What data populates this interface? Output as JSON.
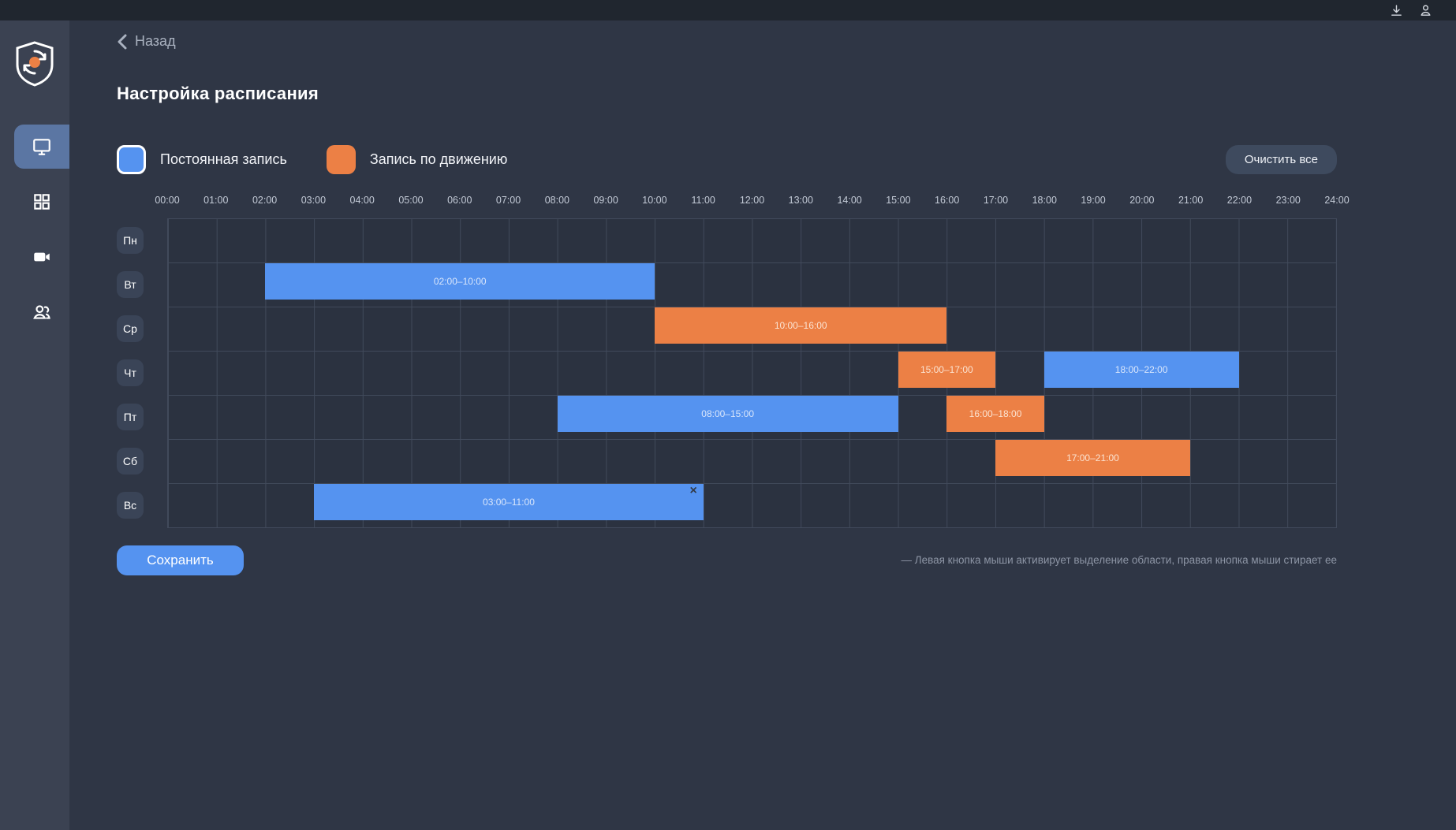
{
  "topbar": {
    "icons": [
      {
        "name": "download-icon"
      },
      {
        "name": "user-icon"
      }
    ]
  },
  "sidebar": {
    "logo": "shield-logo",
    "items": [
      {
        "key": "monitors",
        "icon": "monitor-icon",
        "active": true
      },
      {
        "key": "dashboard",
        "icon": "dashboard-grid-icon",
        "active": false
      },
      {
        "key": "cameras",
        "icon": "video-camera-icon",
        "active": false
      },
      {
        "key": "users",
        "icon": "users-icon",
        "active": false
      }
    ]
  },
  "header": {
    "back_label": "Назад",
    "title": "Настройка расписания"
  },
  "legend": {
    "items": [
      {
        "label": "Постоянная запись",
        "type": "constant",
        "color": "#5593f0",
        "selected": true
      },
      {
        "label": "Запись по движению",
        "type": "motion",
        "color": "#ec8045",
        "selected": false
      }
    ]
  },
  "toolbar": {
    "clear_all_label": "Очистить все",
    "save_label": "Сохранить"
  },
  "schedule": {
    "hours": [
      "00:00",
      "01:00",
      "02:00",
      "03:00",
      "04:00",
      "05:00",
      "06:00",
      "07:00",
      "08:00",
      "09:00",
      "10:00",
      "11:00",
      "12:00",
      "13:00",
      "14:00",
      "15:00",
      "16:00",
      "17:00",
      "18:00",
      "19:00",
      "20:00",
      "21:00",
      "22:00",
      "23:00",
      "24:00"
    ],
    "hours_total": 24,
    "days": [
      {
        "key": "mon",
        "label": "Пн",
        "blocks": []
      },
      {
        "key": "tue",
        "label": "Вт",
        "blocks": [
          {
            "start": 2,
            "end": 10,
            "type": "constant",
            "label": "02:00–10:00",
            "closable": false
          }
        ]
      },
      {
        "key": "wed",
        "label": "Ср",
        "blocks": [
          {
            "start": 10,
            "end": 16,
            "type": "motion",
            "label": "10:00–16:00",
            "closable": false
          }
        ]
      },
      {
        "key": "thu",
        "label": "Чт",
        "blocks": [
          {
            "start": 15,
            "end": 17,
            "type": "motion",
            "label": "15:00–17:00",
            "closable": false
          },
          {
            "start": 18,
            "end": 22,
            "type": "constant",
            "label": "18:00–22:00",
            "closable": false
          }
        ]
      },
      {
        "key": "fri",
        "label": "Пт",
        "blocks": [
          {
            "start": 8,
            "end": 15,
            "type": "constant",
            "label": "08:00–15:00",
            "closable": false
          },
          {
            "start": 16,
            "end": 18,
            "type": "motion",
            "label": "16:00–18:00",
            "closable": false
          }
        ]
      },
      {
        "key": "sat",
        "label": "Сб",
        "blocks": [
          {
            "start": 17,
            "end": 21,
            "type": "motion",
            "label": "17:00–21:00",
            "closable": false
          }
        ]
      },
      {
        "key": "sun",
        "label": "Вс",
        "blocks": [
          {
            "start": 3,
            "end": 11,
            "type": "constant",
            "label": "03:00–11:00",
            "closable": true
          }
        ]
      }
    ]
  },
  "footer": {
    "hint": "— Левая кнопка мыши активирует выделение области, правая кнопка мыши стирает ее"
  },
  "colors": {
    "constant_record": "#5593f0",
    "motion_record": "#ec8045",
    "page_background": "#2f3645",
    "sidebar_background": "#3b4252",
    "topbar_background": "#20262f"
  }
}
